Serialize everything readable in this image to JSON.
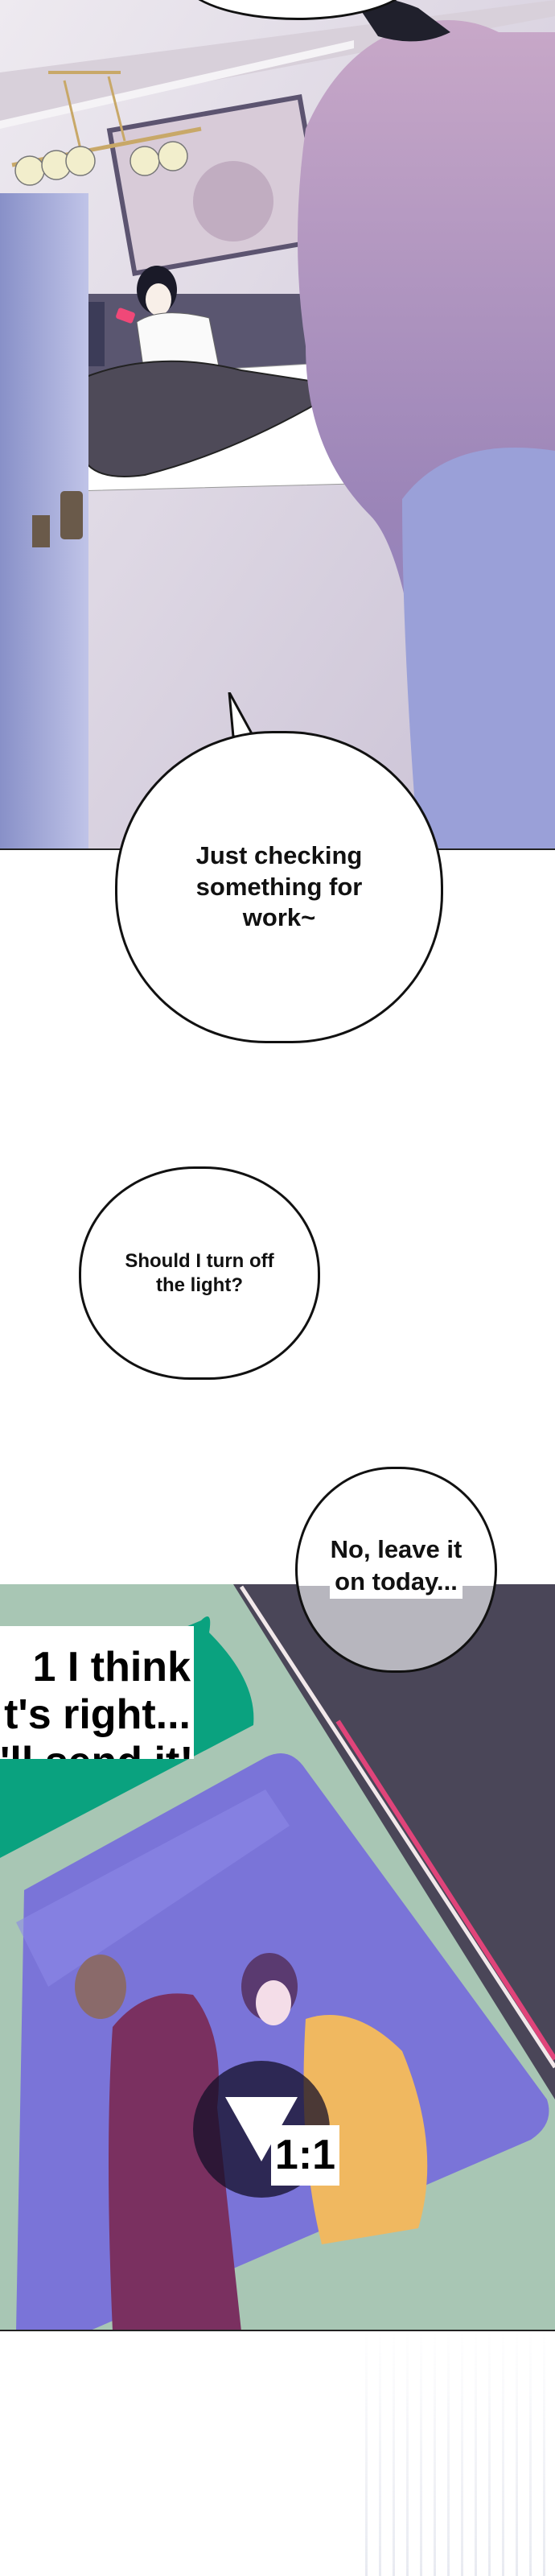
{
  "bubbles": {
    "work": "Just checking something for work~",
    "light": "Should I turn off the light?",
    "leave_line1": "No, leave it",
    "leave_line2": "on today..."
  },
  "phone_caption": {
    "line1": "1 I think",
    "line2": "t's right...",
    "line3": "'ll send it!"
  },
  "video_ratio": "1:1",
  "icons": {
    "play": "play-icon"
  },
  "colors": {
    "chat_green": "#0aa27f",
    "phone_screen": "#a8c6b4",
    "phone_dark": "#4a4658",
    "accent_pink": "#e0447a"
  }
}
